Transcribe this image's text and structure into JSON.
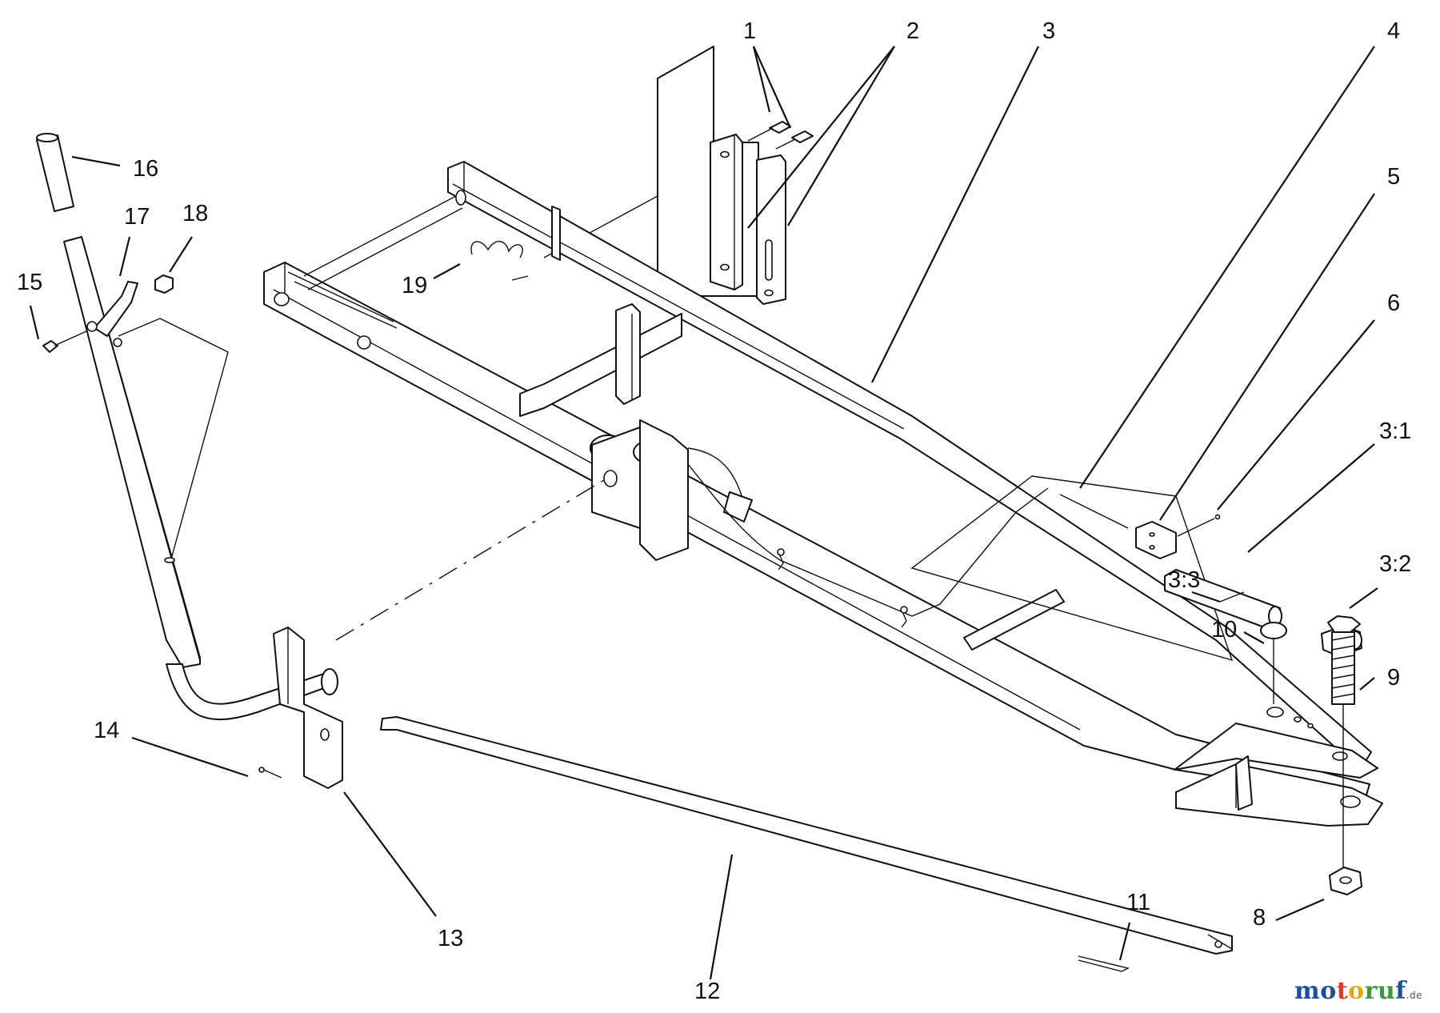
{
  "diagram": {
    "callouts": [
      "1",
      "2",
      "3",
      "4",
      "5",
      "6",
      "3:1",
      "3:2",
      "3:3",
      "8",
      "9",
      "10",
      "11",
      "12",
      "13",
      "14",
      "15",
      "16",
      "17",
      "18",
      "19"
    ]
  },
  "watermark": {
    "text": "motoruf",
    "tld": ".de",
    "colors": [
      "#1f4e9c",
      "#d23c2a",
      "#e4a41b",
      "#3a9a3a",
      "#1f4e9c"
    ]
  }
}
